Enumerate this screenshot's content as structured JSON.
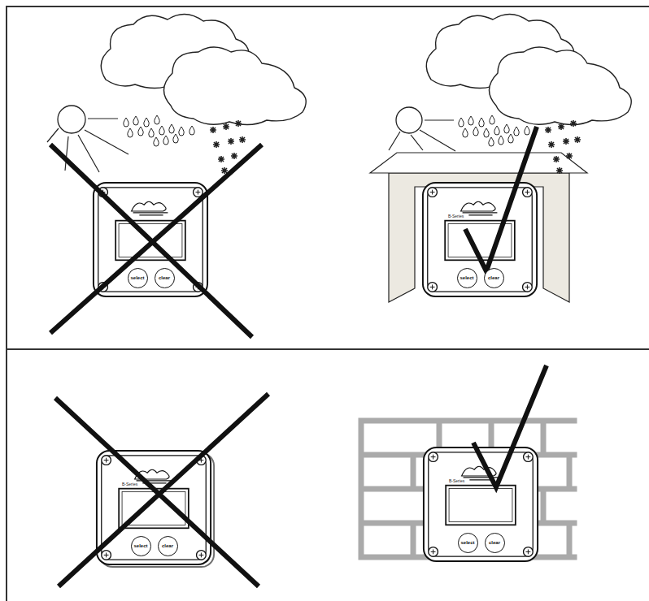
{
  "diagram": {
    "nodes": [
      {
        "text": [
          "select"
        ]
      },
      {
        "text": [
          "clear"
        ]
      },
      {
        "text": [
          "select"
        ]
      },
      {
        "text": [
          "clear"
        ]
      },
      {
        "text": [
          "select"
        ]
      },
      {
        "text": [
          "clear"
        ]
      },
      {
        "text": [
          "select"
        ]
      },
      {
        "text": [
          "clear"
        ]
      }
    ],
    "labels": [
      "B-Series",
      "B-Series",
      "B-Series"
    ]
  }
}
